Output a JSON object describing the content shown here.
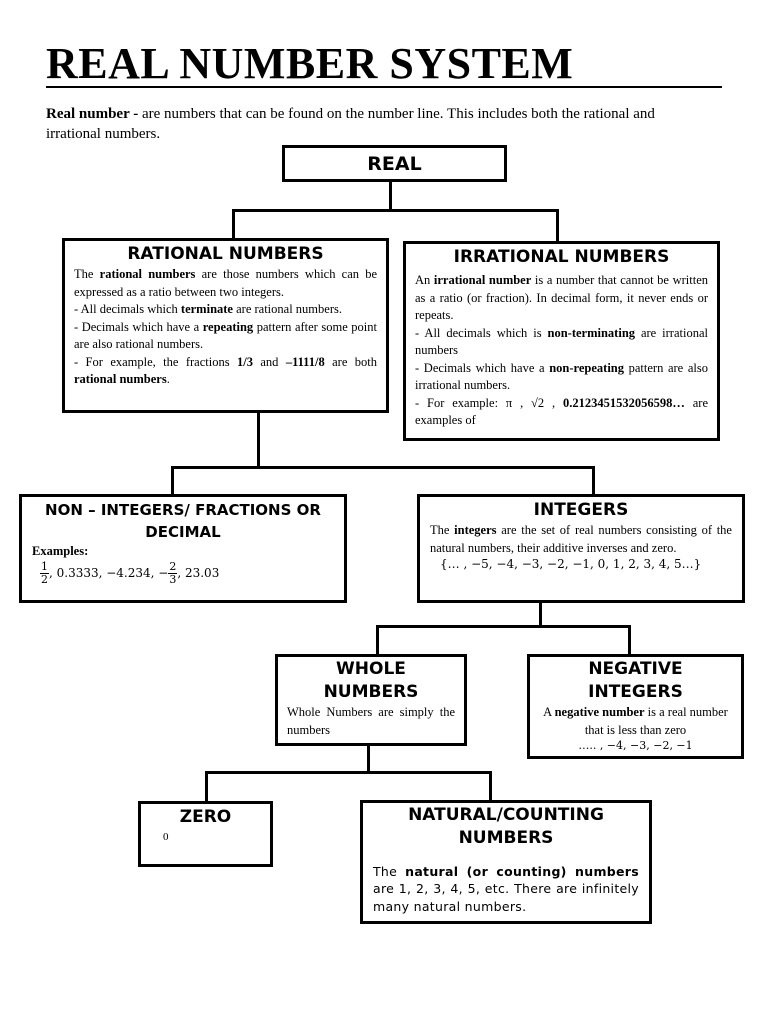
{
  "title": "REAL NUMBER SYSTEM",
  "intro": [
    {
      "t": "Real number - ",
      "b": true
    },
    {
      "t": "are numbers that can be found on the number line. This includes both the rational and irrational numbers."
    }
  ],
  "real": {
    "heading": "REAL"
  },
  "rational": {
    "heading": "RATIONAL NUMBERS",
    "paragraphs": [
      [
        {
          "t": "The "
        },
        {
          "t": "rational numbers",
          "b": true
        },
        {
          "t": " are those numbers which can be expressed as a ratio between two integers."
        }
      ],
      [
        {
          "t": "- All decimals which "
        },
        {
          "t": "terminate",
          "b": true
        },
        {
          "t": " are rational numbers."
        }
      ],
      [
        {
          "t": "- Decimals which have a "
        },
        {
          "t": "repeating",
          "b": true
        },
        {
          "t": " pattern after some point are also rational numbers."
        }
      ],
      [
        {
          "t": "- For example, the fractions "
        },
        {
          "t": "1/3",
          "b": true
        },
        {
          "t": " and "
        },
        {
          "t": "–1111/8",
          "b": true
        },
        {
          "t": " are both "
        },
        {
          "t": "rational numbers",
          "b": true
        },
        {
          "t": "."
        }
      ]
    ]
  },
  "irrational": {
    "heading": "IRRATIONAL NUMBERS",
    "paragraphs": [
      [
        {
          "t": "An "
        },
        {
          "t": "irrational number",
          "b": true
        },
        {
          "t": " is a number that cannot be written as a ratio (or fraction).  In decimal form, it never ends or repeats."
        }
      ],
      [
        {
          "t": "- All decimals which is "
        },
        {
          "t": "non-terminating",
          "b": true
        },
        {
          "t": " are irrational numbers"
        }
      ],
      [
        {
          "t": "- Decimals which have a "
        },
        {
          "t": "non-repeating",
          "b": true
        },
        {
          "t": " pattern are also irrational numbers."
        }
      ],
      [
        {
          "t": "- For example: π , √2 , "
        },
        {
          "t": "0.2123451532056598…",
          "b": true
        },
        {
          "t": " are examples of"
        }
      ]
    ]
  },
  "non_integers": {
    "heading": "NON – INTEGERS/ FRACTIONS OR DECIMAL",
    "examples_label": "Examples:",
    "frac1_num": "1",
    "frac1_den": "2",
    "mid": ", 0.3333, −4.234, −",
    "frac2_num": "2",
    "frac2_den": "3",
    "end": ", 23.03"
  },
  "integers": {
    "heading": "INTEGERS",
    "paragraphs": [
      [
        {
          "t": "The "
        },
        {
          "t": "integers",
          "b": true
        },
        {
          "t": " are the set of real numbers consisting of the natural numbers, their additive inverses and zero."
        }
      ]
    ],
    "set": "{… , −5, −4, −3, −2, −1, 0, 1, 2, 3, 4, 5…}"
  },
  "whole": {
    "heading": "WHOLE NUMBERS",
    "paragraphs": [
      [
        {
          "t": "Whole Numbers are simply the numbers"
        }
      ]
    ]
  },
  "negative": {
    "heading": "NEGATIVE INTEGERS",
    "paragraphs": [
      [
        {
          "t": "A "
        },
        {
          "t": "negative number",
          "b": true
        },
        {
          "t": " is a real number that is less than zero"
        }
      ]
    ],
    "set": "….. , −4, −3, −2, −1"
  },
  "zero": {
    "heading": "ZERO",
    "value": "0"
  },
  "natural": {
    "heading": "NATURAL/COUNTING NUMBERS",
    "paragraphs": [
      [
        {
          "t": "The "
        },
        {
          "t": "natural (or counting) numbers",
          "b": true
        },
        {
          "t": " are 1, 2, 3, 4, 5, etc. There are infinitely many natural numbers."
        }
      ]
    ]
  }
}
